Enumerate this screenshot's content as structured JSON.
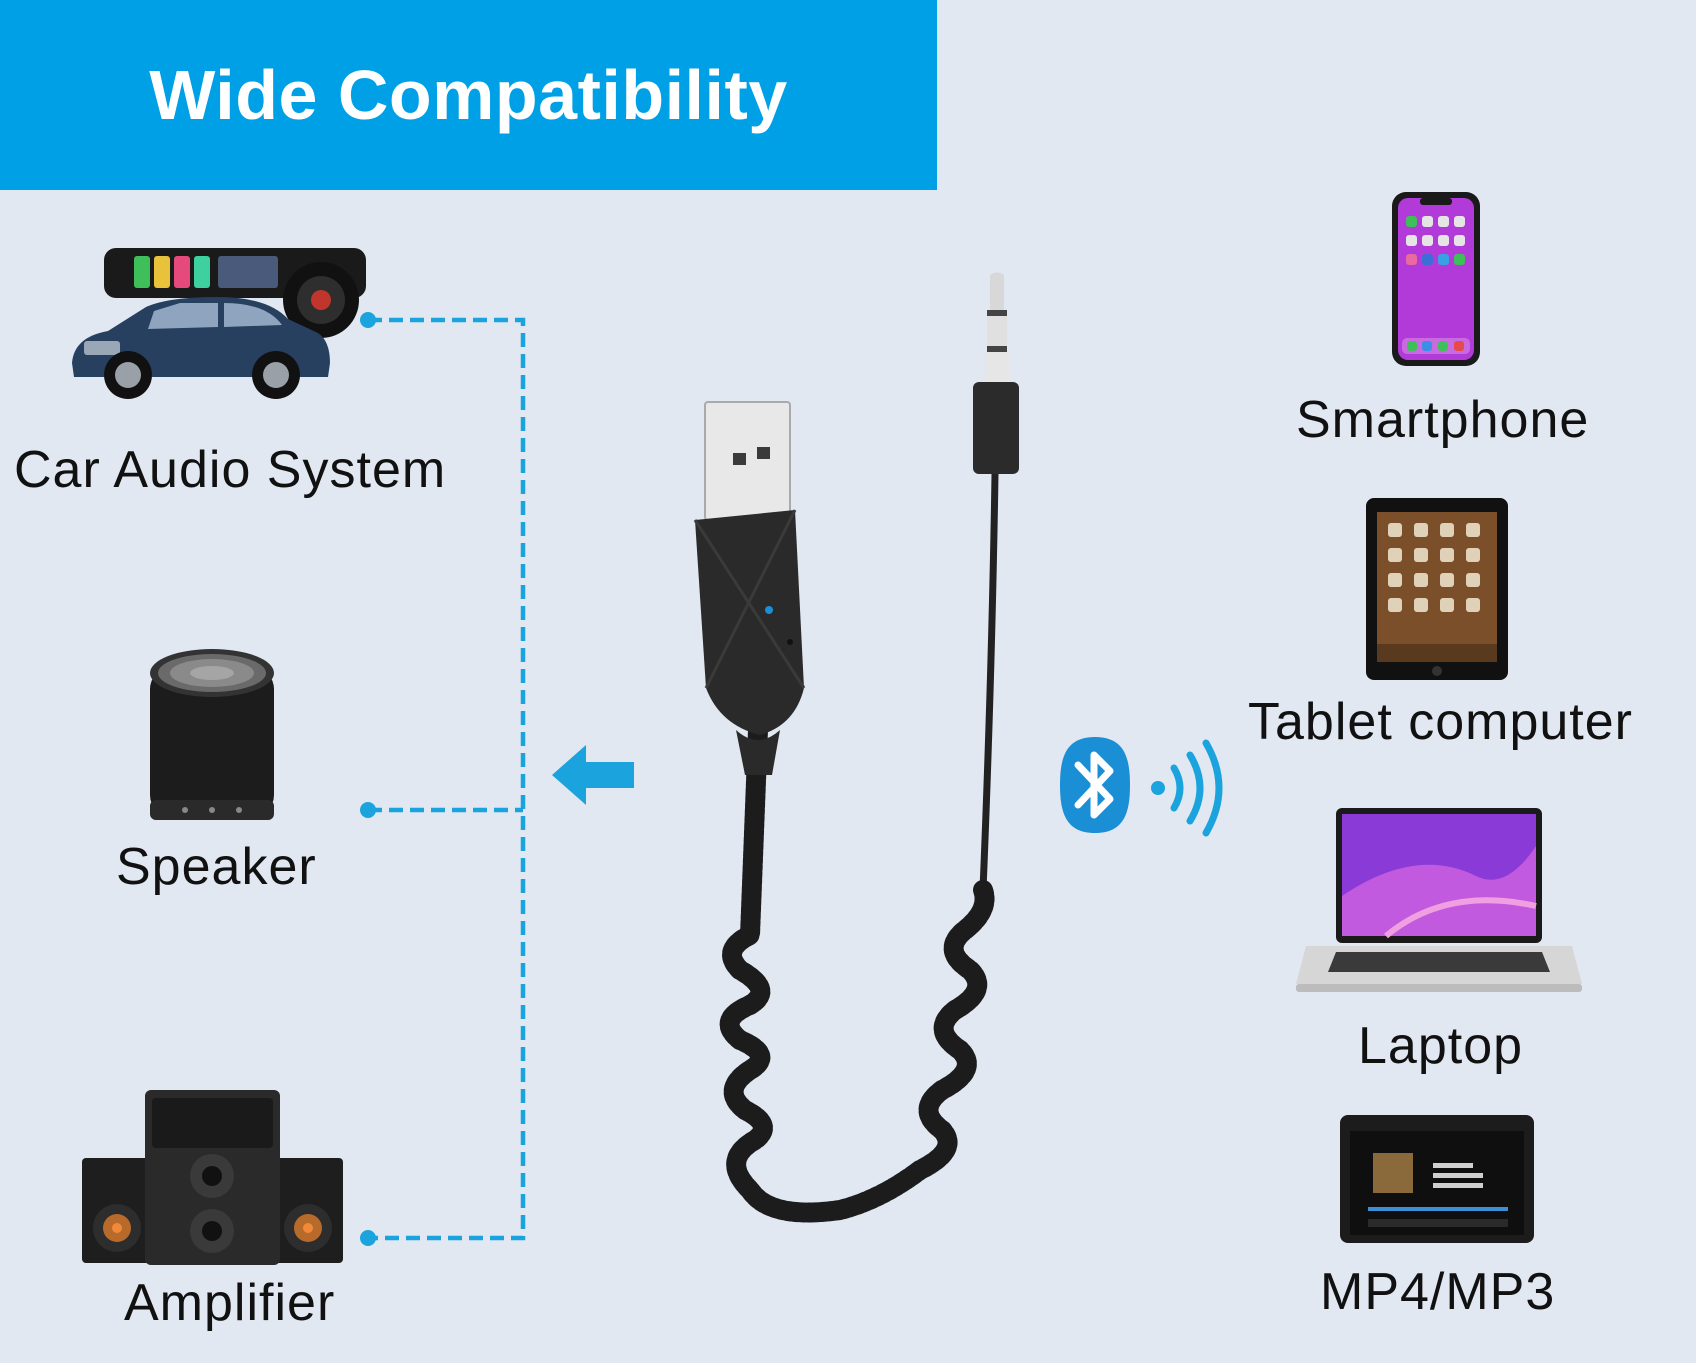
{
  "header": {
    "title": "Wide Compatibility"
  },
  "output_devices": {
    "car_audio": {
      "label": "Car Audio System"
    },
    "speaker": {
      "label": "Speaker"
    },
    "amplifier": {
      "label": "Amplifier"
    }
  },
  "input_devices": {
    "smartphone": {
      "label": "Smartphone"
    },
    "tablet": {
      "label": "Tablet computer"
    },
    "laptop": {
      "label": "Laptop"
    },
    "mp_player": {
      "label": "MP4/MP3"
    }
  },
  "colors": {
    "banner": "#00a0e6",
    "background": "#e1e8f2",
    "connector_lines": "#1aa3dc",
    "bluetooth": "#1a8fd6"
  },
  "icons": [
    "bluetooth-icon",
    "wireless-signal-icon",
    "direction-arrow-icon"
  ]
}
